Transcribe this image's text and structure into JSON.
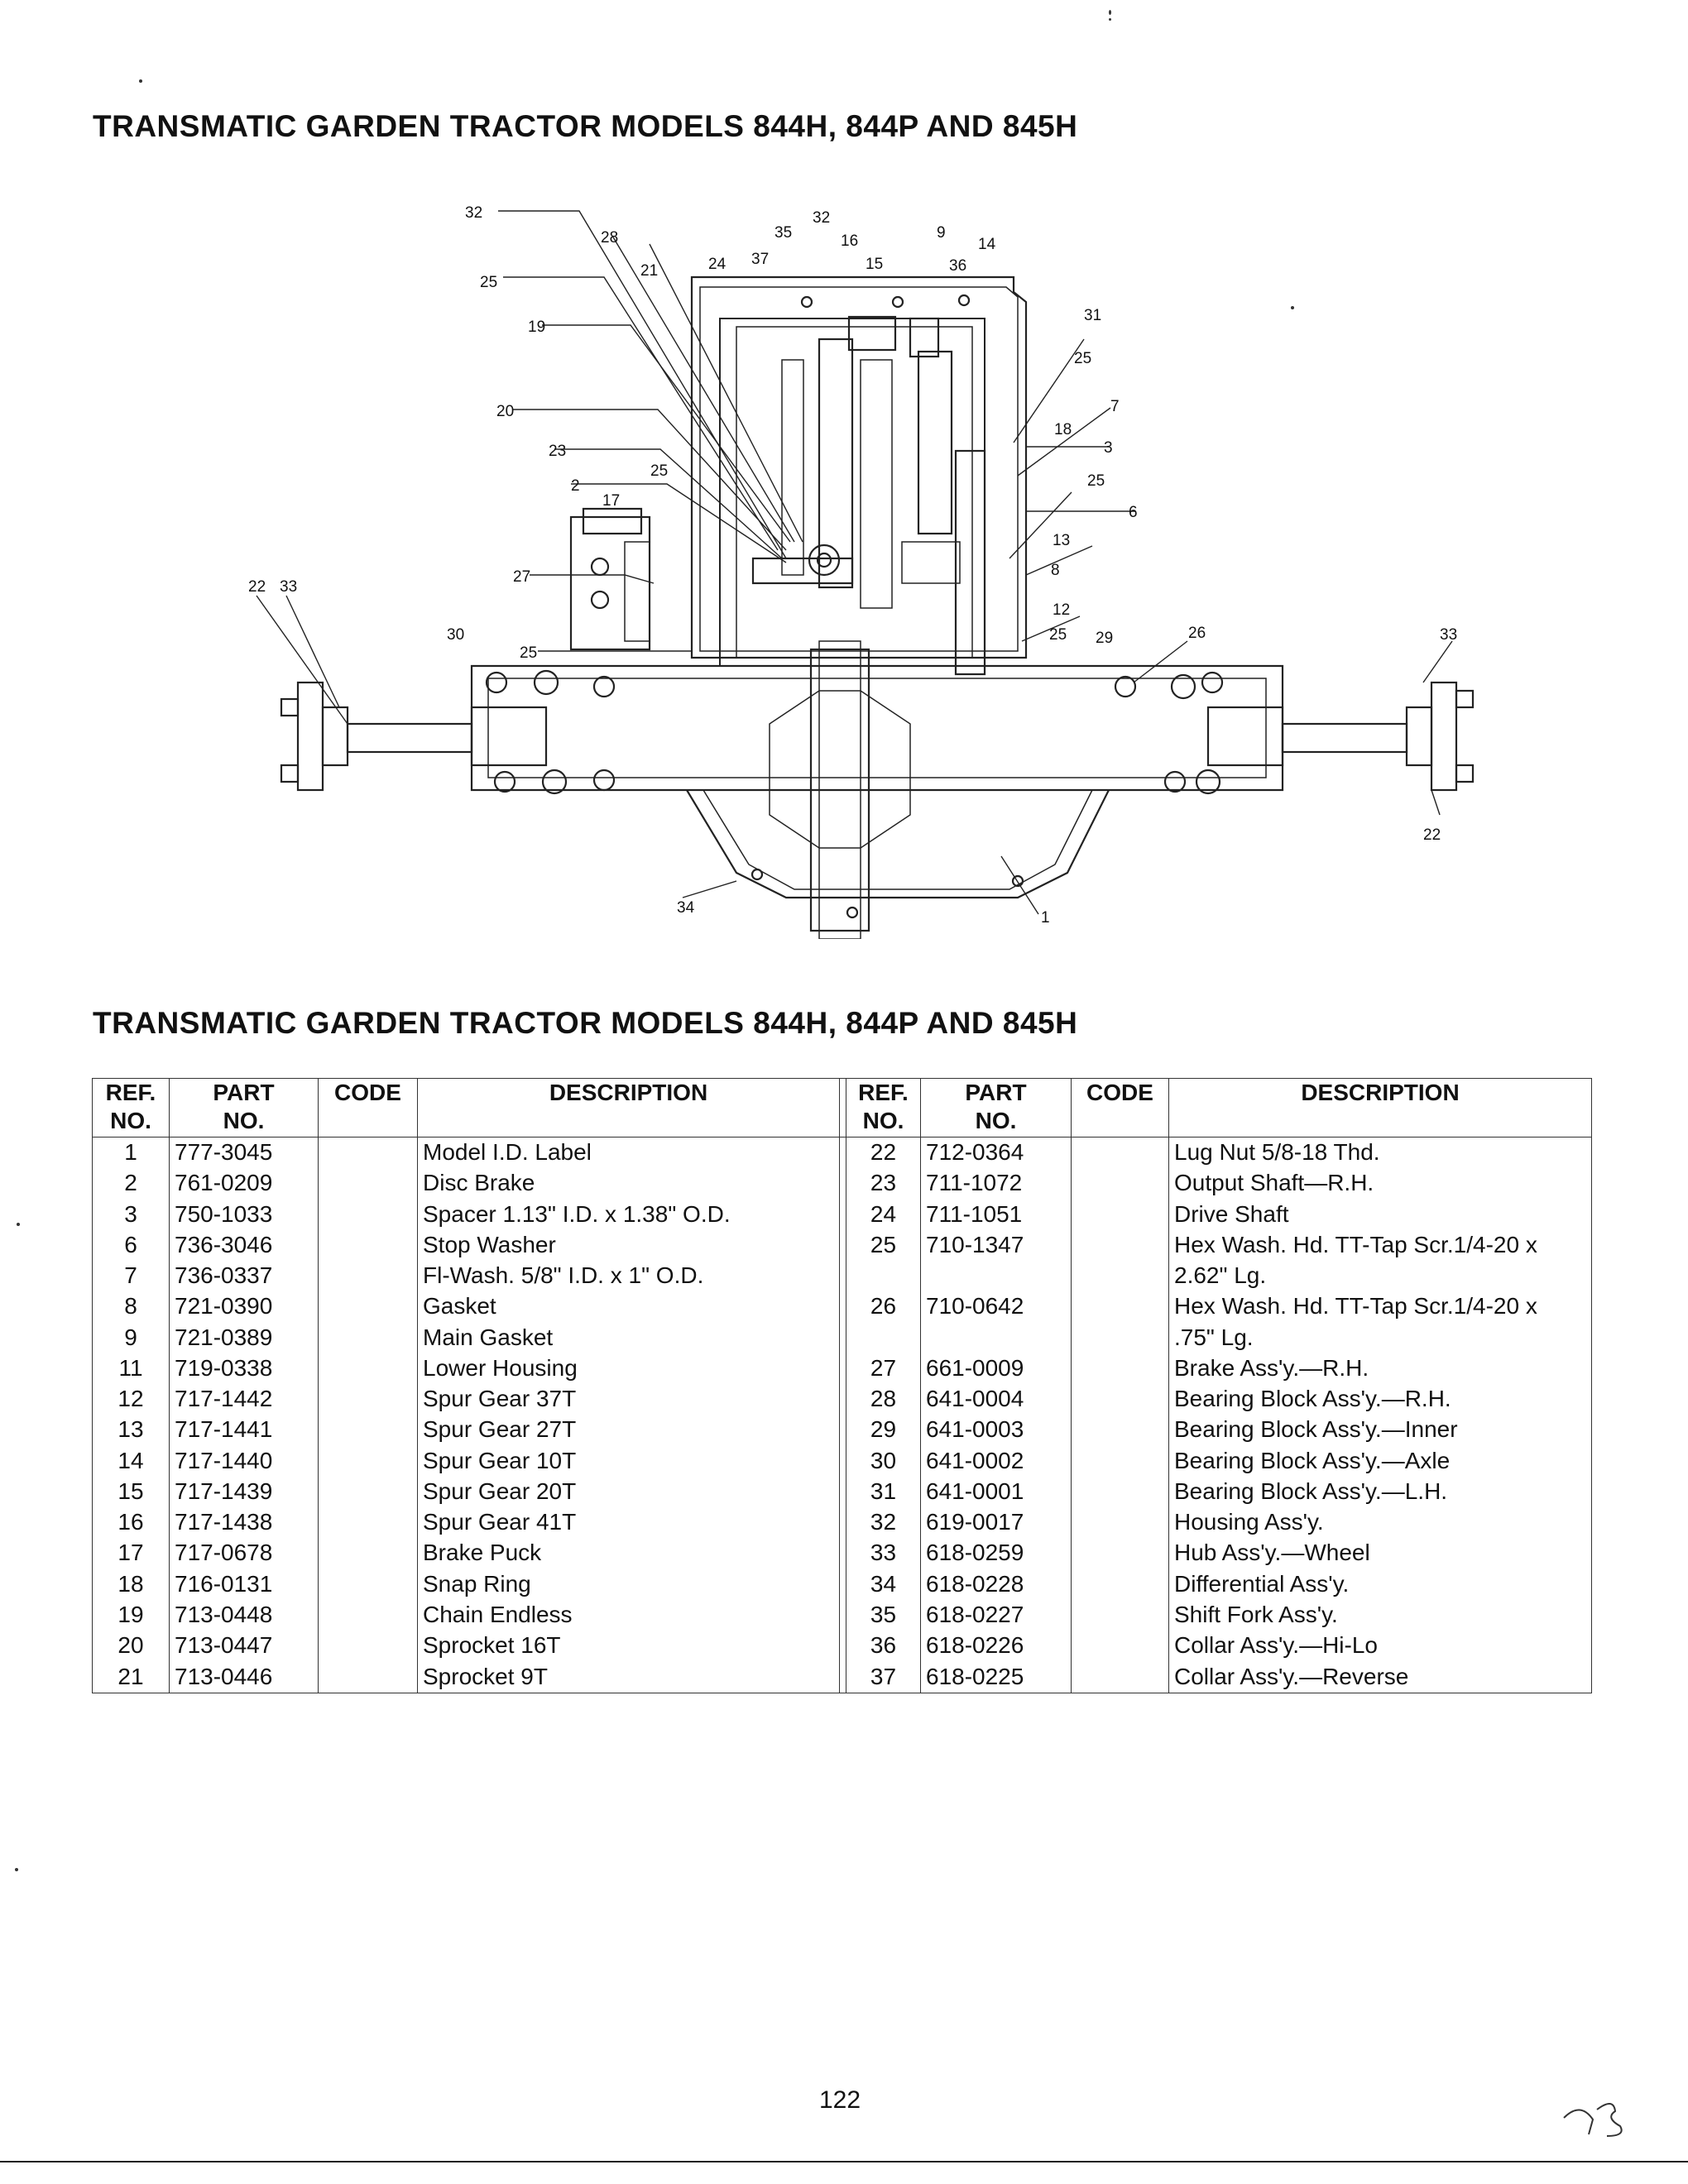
{
  "header": {
    "title": "TRANSMATIC GARDEN TRACTOR MODELS 844H, 844P AND 845H"
  },
  "diagram": {
    "callouts": [
      "32",
      "28",
      "35",
      "32",
      "16",
      "9",
      "14",
      "21",
      "24",
      "37",
      "15",
      "36",
      "25",
      "19",
      "31",
      "25",
      "20",
      "7",
      "18",
      "23",
      "3",
      "25",
      "2",
      "25",
      "17",
      "6",
      "13",
      "8",
      "22",
      "33",
      "27",
      "12",
      "30",
      "25",
      "29",
      "26",
      "33",
      "25",
      "22",
      "34",
      "1"
    ]
  },
  "table": {
    "title": "TRANSMATIC GARDEN TRACTOR MODELS 844H, 844P AND 845H",
    "headers": {
      "ref": "REF.",
      "ref2": "NO.",
      "part": "PART",
      "part2": "NO.",
      "code": "CODE",
      "description": "DESCRIPTION"
    },
    "left_rows": [
      [
        "1",
        "777-3045",
        "",
        "Model I.D. Label"
      ],
      [
        "2",
        "761-0209",
        "",
        "Disc Brake"
      ],
      [
        "3",
        "750-1033",
        "",
        "Spacer 1.13\" I.D. x 1.38\" O.D."
      ],
      [
        "6",
        "736-3046",
        "",
        "Stop Washer"
      ],
      [
        "7",
        "736-0337",
        "",
        "Fl-Wash. 5/8\" I.D. x 1\" O.D."
      ],
      [
        "8",
        "721-0390",
        "",
        "Gasket"
      ],
      [
        "9",
        "721-0389",
        "",
        "Main Gasket"
      ],
      [
        "11",
        "719-0338",
        "",
        "Lower Housing"
      ],
      [
        "12",
        "717-1442",
        "",
        "Spur Gear 37T"
      ],
      [
        "13",
        "717-1441",
        "",
        "Spur Gear 27T"
      ],
      [
        "14",
        "717-1440",
        "",
        "Spur Gear 10T"
      ],
      [
        "15",
        "717-1439",
        "",
        "Spur Gear 20T"
      ],
      [
        "16",
        "717-1438",
        "",
        "Spur Gear 41T"
      ],
      [
        "17",
        "717-0678",
        "",
        "Brake Puck"
      ],
      [
        "18",
        "716-0131",
        "",
        "Snap Ring"
      ],
      [
        "19",
        "713-0448",
        "",
        "Chain Endless"
      ],
      [
        "20",
        "713-0447",
        "",
        "Sprocket 16T"
      ],
      [
        "21",
        "713-0446",
        "",
        "Sprocket 9T"
      ]
    ],
    "right_rows": [
      [
        "22",
        "712-0364",
        "",
        "Lug Nut 5/8-18 Thd."
      ],
      [
        "23",
        "711-1072",
        "",
        "Output Shaft—R.H."
      ],
      [
        "24",
        "711-1051",
        "",
        "Drive Shaft"
      ],
      [
        "25",
        "710-1347",
        "",
        "Hex Wash. Hd. TT-Tap Scr.1/4-20 x"
      ],
      [
        "",
        "",
        "",
        "2.62\" Lg."
      ],
      [
        "26",
        "710-0642",
        "",
        "Hex Wash. Hd. TT-Tap Scr.1/4-20 x"
      ],
      [
        "",
        "",
        "",
        ".75\" Lg."
      ],
      [
        "27",
        "661-0009",
        "",
        "Brake Ass'y.—R.H."
      ],
      [
        "28",
        "641-0004",
        "",
        "Bearing Block Ass'y.—R.H."
      ],
      [
        "29",
        "641-0003",
        "",
        "Bearing Block Ass'y.—Inner"
      ],
      [
        "30",
        "641-0002",
        "",
        "Bearing Block Ass'y.—Axle"
      ],
      [
        "31",
        "641-0001",
        "",
        "Bearing Block Ass'y.—L.H."
      ],
      [
        "32",
        "619-0017",
        "",
        "Housing Ass'y."
      ],
      [
        "33",
        "618-0259",
        "",
        "Hub Ass'y.—Wheel"
      ],
      [
        "34",
        "618-0228",
        "",
        "Differential Ass'y."
      ],
      [
        "35",
        "618-0227",
        "",
        "Shift Fork Ass'y."
      ],
      [
        "36",
        "618-0226",
        "",
        "Collar Ass'y.—Hi-Lo"
      ],
      [
        "37",
        "618-0225",
        "",
        "Collar Ass'y.—Reverse"
      ]
    ]
  },
  "footer": {
    "page_number": "122"
  }
}
